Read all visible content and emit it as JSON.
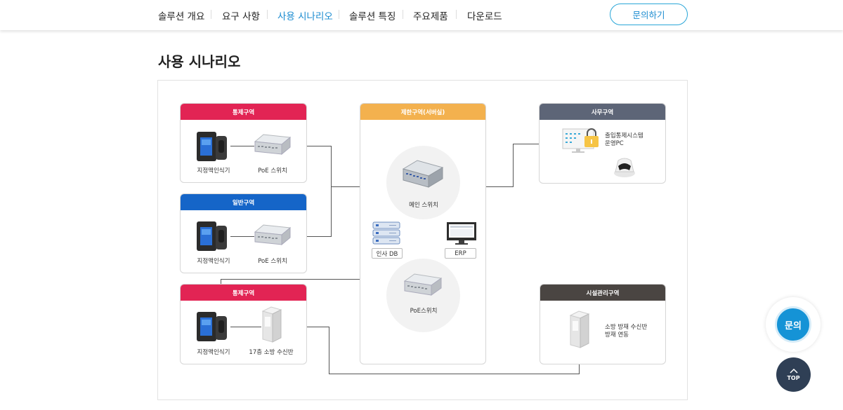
{
  "nav": {
    "items": [
      "솔루션 개요",
      "요구 사항",
      "사용 시나리오",
      "솔루션 특징",
      "주요제품",
      "다운로드"
    ],
    "active_index": 2,
    "inquiry_button": "문의하기"
  },
  "page": {
    "title": "사용 시나리오"
  },
  "diagram": {
    "zones": {
      "control_1": {
        "title": "통제구역",
        "color": "#e22454",
        "device1": "지정맥인식기",
        "device2": "PoE 스위치"
      },
      "general": {
        "title": "일반구역",
        "color": "#1565c8",
        "device1": "지정맥인식기",
        "device2": "PoE 스위치"
      },
      "control_2": {
        "title": "통제구역",
        "color": "#e22454",
        "device1": "지정맥인식기",
        "device2": "17층 소방 수신반"
      },
      "restricted": {
        "title": "제한구역(서버실)",
        "color": "#f3b14e",
        "main_switch": "메인 스위치",
        "hr_db": "인사 DB",
        "erp": "ERP",
        "poe_switch": "PoE스위치"
      },
      "office": {
        "title": "사무구역",
        "color": "#5d6577",
        "pc_label_1": "출입통제시스템",
        "pc_label_2": "운영PC"
      },
      "facility": {
        "title": "시설관리구역",
        "color": "#4a4542",
        "label_1": "소방 방재 수신반",
        "label_2": "방재 연동"
      }
    }
  },
  "floating": {
    "inquiry": "문의",
    "top": "TOP"
  }
}
